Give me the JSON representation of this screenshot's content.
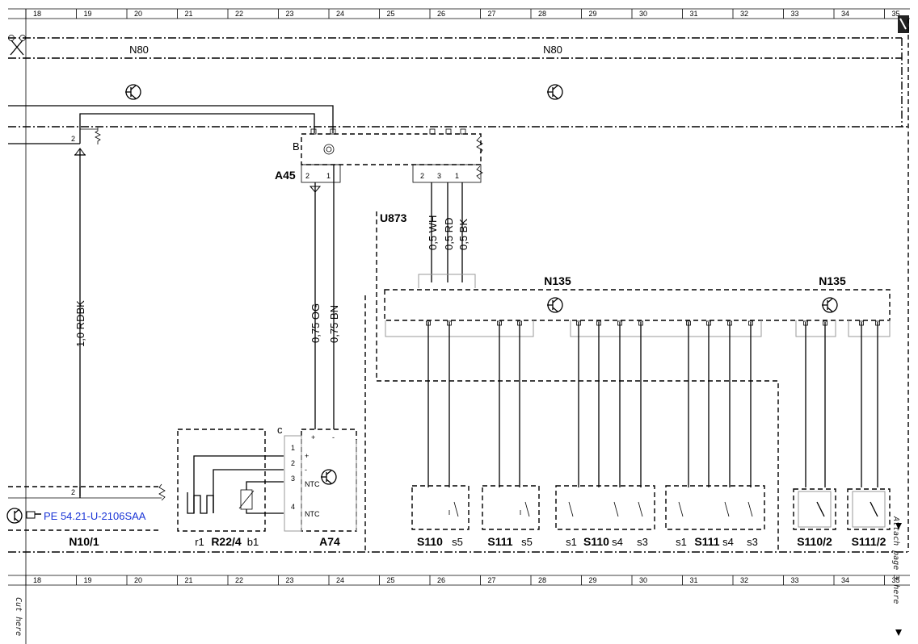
{
  "grid": {
    "columns": [
      "18",
      "19",
      "20",
      "21",
      "22",
      "23",
      "24",
      "25",
      "26",
      "27",
      "28",
      "29",
      "30",
      "31",
      "32",
      "33",
      "34",
      "35"
    ]
  },
  "components": {
    "n80_left": "N80",
    "n80_right": "N80",
    "a45": "A45",
    "a45_pin_b": "B",
    "u873": "U873",
    "n135_left": "N135",
    "n135_right": "N135",
    "n10_1": "N10/1",
    "a74": "A74",
    "a74_c": "c",
    "r22_4": "R22/4",
    "r22_r1": "r1",
    "r22_b1": "b1",
    "s110": "S110",
    "s110_s5": "s5",
    "s111": "S111",
    "s111_s5": "s5",
    "s110b_s1": "s1",
    "s110b": "S110",
    "s110b_s4": "s4",
    "s110b_s3": "s3",
    "s111b_s1": "s1",
    "s111b": "S111",
    "s111b_s4": "s4",
    "s111b_s3": "s3",
    "s110_2": "S110/2",
    "s111_2": "S111/2",
    "reference": "PE 54.21-U-2106SAA"
  },
  "wires": {
    "rdbk": "1,0 RDBK",
    "og": "0,75 OG",
    "bn": "0,75 BN",
    "wh": "0,5 WH",
    "rd": "0,5 RD",
    "bk": "0,5 BK"
  },
  "pins": {
    "a45_2": "2",
    "a45_1": "1",
    "a45_r2": "2",
    "a45_r3": "3",
    "a45_r1": "1",
    "n10_top": "2",
    "n10_bot": "2",
    "a74_1": "1",
    "a74_2": "2",
    "a74_3": "3",
    "a74_4": "4",
    "a74_plus": "+",
    "a74_minus": "-",
    "a74_pin1": "+",
    "a74_pin2": "-",
    "ntc_a": "NTC",
    "ntc_b": "NTC"
  },
  "margin": {
    "cut_here": "Cut here",
    "attach_page": "Attach page 3 here"
  }
}
